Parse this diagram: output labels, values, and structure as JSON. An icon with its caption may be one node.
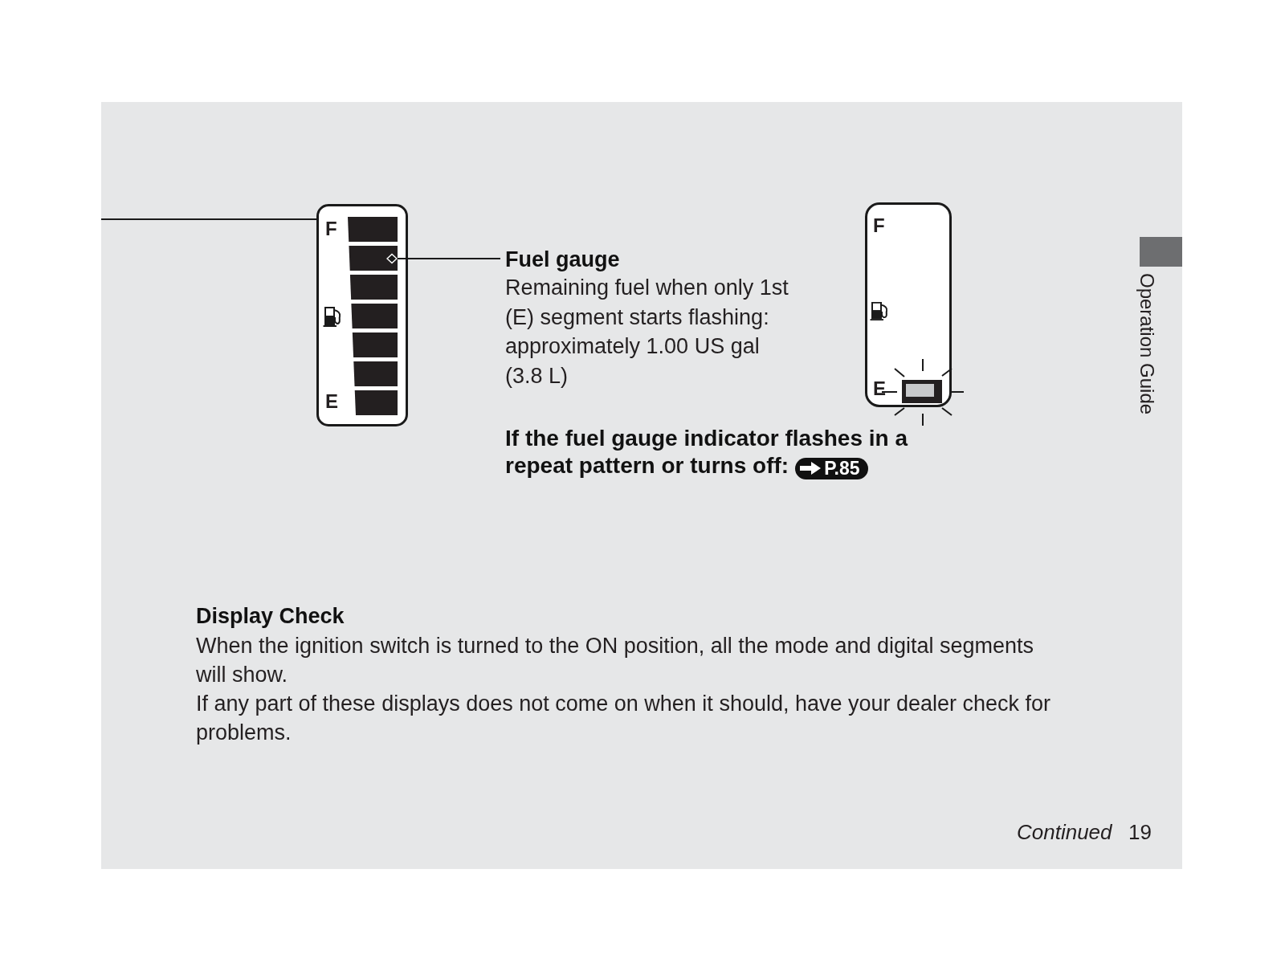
{
  "diagram": {
    "nodes": [
      {
        "text": [
          "F",
          "E"
        ]
      },
      {
        "text": [],
        "shape": "bar",
        "in": 0
      },
      {
        "text": [],
        "shape": "bar",
        "in": 0
      },
      {
        "text": [],
        "shape": "bar",
        "in": 0
      },
      {
        "text": [],
        "shape": "bar",
        "in": 0
      },
      {
        "text": [],
        "shape": "bar",
        "in": 0
      },
      {
        "text": [],
        "shape": "bar",
        "in": 0
      },
      {
        "text": [],
        "shape": "bar",
        "in": 0
      },
      {
        "text": [
          "Fuel gauge",
          "Remaining fuel when only 1st (E) segment starts flashing: approximately 1.00 US gal (3.8 L)"
        ]
      },
      {
        "text": [
          "F",
          "E"
        ]
      }
    ],
    "edges": [
      {
        "from": null,
        "to": 0,
        "arrow": "none"
      },
      {
        "from": 8,
        "to": 2,
        "arrow": "other"
      }
    ],
    "labels": [
      "If the fuel gauge indicator flashes in a repeat pattern or turns off:",
      "P.85",
      "Display Check",
      "When the ignition switch is turned to the ON position, all the mode and digital segments will show.",
      "If any part of these displays does not come on when it should, have your dealer check for problems.",
      "Operation Guide",
      "Continued",
      "19"
    ]
  }
}
